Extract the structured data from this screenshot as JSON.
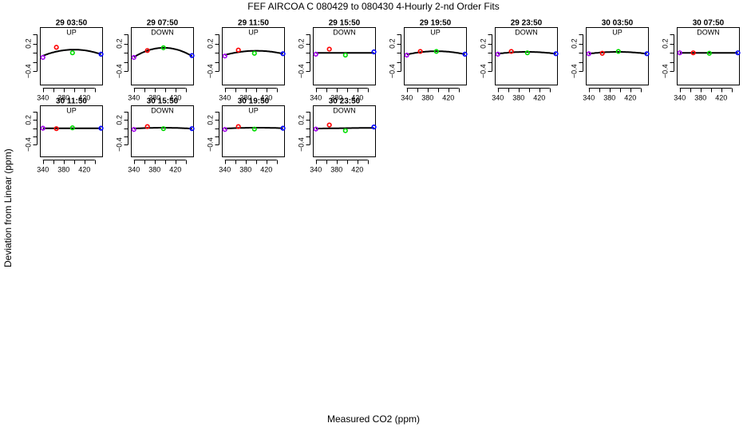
{
  "chart_data": {
    "type": "scatter",
    "title": "FEF   AIRCOA C   080429 to 080430   4-Hourly 2-nd Order Fits",
    "xlabel": "Measured CO2 (ppm)",
    "ylabel": "Deviation from Linear (ppm)",
    "xlim": [
      335,
      455
    ],
    "ylim": [
      -0.7,
      0.55
    ],
    "x_ticks": [
      340,
      360,
      380,
      400,
      420,
      440
    ],
    "x_tick_labels": [
      "340",
      "380",
      "420"
    ],
    "y_ticks": [
      0.4,
      0.2,
      0.0,
      -0.2,
      -0.4
    ],
    "y_tick_labels": [
      "0.2",
      "-0.4"
    ],
    "standard_x": [
      340,
      366,
      397,
      452
    ],
    "point_colors": [
      "#a000f0",
      "#ff0000",
      "#00dd00",
      "#0000ff"
    ],
    "fit_color": "#000000",
    "panels": [
      {
        "title": "29 03:50",
        "direction": "UP",
        "y": [
          -0.1,
          0.12,
          0.0,
          -0.03
        ],
        "fit": [
          -0.07,
          0.04,
          0.06,
          -0.03
        ]
      },
      {
        "title": "29 07:50",
        "direction": "DOWN",
        "y": [
          -0.1,
          0.05,
          0.11,
          -0.06
        ],
        "fit": [
          -0.1,
          0.06,
          0.1,
          -0.07
        ]
      },
      {
        "title": "29 11:50",
        "direction": "UP",
        "y": [
          -0.07,
          0.06,
          -0.01,
          -0.02
        ],
        "fit": [
          -0.05,
          0.02,
          0.04,
          -0.02
        ]
      },
      {
        "title": "29 15:50",
        "direction": "DOWN",
        "y": [
          -0.03,
          0.08,
          -0.05,
          0.02
        ],
        "fit": [
          0.0,
          0.0,
          0.0,
          0.0
        ]
      },
      {
        "title": "29 19:50",
        "direction": "UP",
        "y": [
          -0.05,
          0.03,
          0.03,
          -0.03
        ],
        "fit": [
          -0.04,
          0.02,
          0.03,
          -0.03
        ]
      },
      {
        "title": "29 23:50",
        "direction": "DOWN",
        "y": [
          -0.03,
          0.03,
          0.0,
          -0.02
        ],
        "fit": [
          -0.02,
          0.01,
          0.02,
          -0.02
        ]
      },
      {
        "title": "30 03:50",
        "direction": "UP",
        "y": [
          -0.02,
          -0.01,
          0.03,
          -0.02
        ],
        "fit": [
          -0.02,
          0.01,
          0.02,
          -0.02
        ]
      },
      {
        "title": "30 07:50",
        "direction": "DOWN",
        "y": [
          0.0,
          0.0,
          -0.01,
          0.0
        ],
        "fit": [
          0.0,
          0.0,
          0.0,
          0.0
        ]
      },
      {
        "title": "30 11:50",
        "direction": "UP",
        "y": [
          0.0,
          -0.01,
          0.01,
          0.0
        ],
        "fit": [
          0.0,
          0.0,
          0.0,
          0.0
        ]
      },
      {
        "title": "30 15:50",
        "direction": "DOWN",
        "y": [
          -0.03,
          0.04,
          -0.01,
          -0.01
        ],
        "fit": [
          -0.01,
          0.01,
          0.01,
          -0.01
        ]
      },
      {
        "title": "30 19:50",
        "direction": "UP",
        "y": [
          -0.03,
          0.04,
          -0.02,
          0.0
        ],
        "fit": [
          -0.01,
          0.01,
          0.01,
          0.0
        ]
      },
      {
        "title": "30 23:50",
        "direction": "DOWN",
        "y": [
          -0.02,
          0.08,
          -0.06,
          0.03
        ],
        "fit": [
          -0.01,
          0.0,
          0.0,
          0.01
        ]
      }
    ]
  }
}
